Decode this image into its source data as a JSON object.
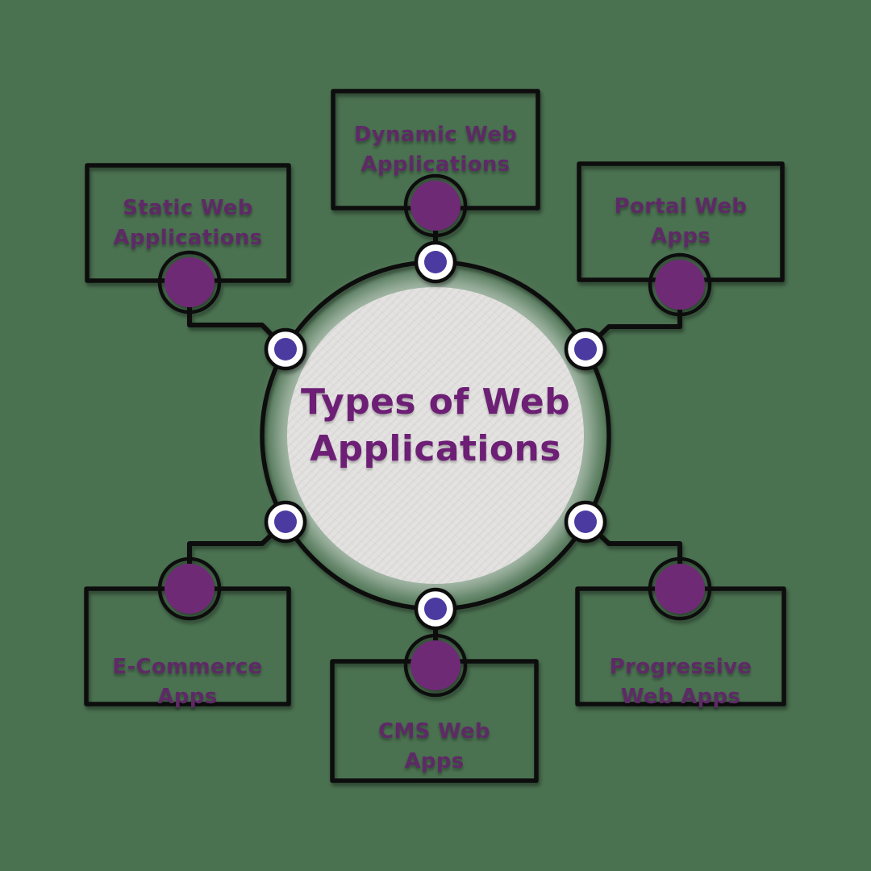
{
  "center": {
    "line1": "Types of Web",
    "line2": "Applications"
  },
  "boxes": [
    {
      "id": "dynamic-web-applications",
      "position": "top",
      "line1": "Dynamic Web",
      "line2": "Applications"
    },
    {
      "id": "static-web-applications",
      "position": "upper-left",
      "line1": "Static Web",
      "line2": "Applications"
    },
    {
      "id": "portal-web-apps",
      "position": "upper-right",
      "line1": "Portal Web",
      "line2": "Apps"
    },
    {
      "id": "e-commerce-apps",
      "position": "lower-left",
      "line1": "E-Commerce",
      "line2": "Apps"
    },
    {
      "id": "progressive-web-apps",
      "position": "lower-right",
      "line1": "Progressive",
      "line2": "Web Apps"
    },
    {
      "id": "cms-web-apps",
      "position": "bottom",
      "line1": "CMS Web",
      "line2": "Apps"
    }
  ],
  "colors": {
    "background": "#4a7150",
    "line": "#0d0d0d",
    "circle_fill": "#6f2a75",
    "node_fill": "#4b3aa0",
    "node_ring": "#ffffff",
    "center_fill": "#e3e2e0",
    "center_text": "#6d1f75",
    "label_text": "#5e2a66"
  }
}
